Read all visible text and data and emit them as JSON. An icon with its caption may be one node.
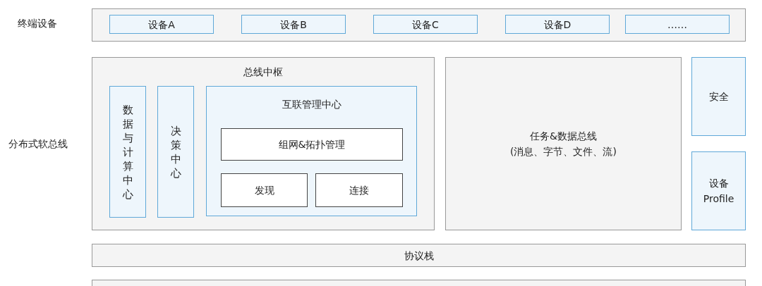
{
  "diagram": {
    "nodes": [
      {
        "text": [
          "终端设备"
        ]
      },
      {
        "text": [
          "设备A"
        ],
        "in": 0
      },
      {
        "text": [
          "设备B"
        ],
        "in": 0
      },
      {
        "text": [
          "设备C"
        ],
        "in": 0
      },
      {
        "text": [
          "设备D"
        ],
        "in": 0
      },
      {
        "text": [
          "……"
        ],
        "in": 0
      },
      {
        "text": [
          "总线中枢"
        ]
      },
      {
        "text": [
          "数据与计算中心"
        ],
        "in": 6
      },
      {
        "text": [
          "决策中心"
        ],
        "in": 6
      },
      {
        "text": [
          "互联管理中心"
        ],
        "in": 6
      },
      {
        "text": [
          "组网&拓扑管理"
        ],
        "in": 9
      },
      {
        "text": [
          "发现"
        ],
        "in": 9
      },
      {
        "text": [
          "连接"
        ],
        "in": 9
      },
      {
        "text": [
          "任务&数据总线",
          "(消息、字节、文件、流)"
        ]
      },
      {
        "text": [
          "安全"
        ]
      },
      {
        "text": [
          "设备 Profile"
        ]
      },
      {
        "text": [
          "协议栈"
        ]
      },
      {
        "text": [],
        "shape": "box"
      }
    ],
    "labels": [
      "分布式软总线"
    ]
  }
}
